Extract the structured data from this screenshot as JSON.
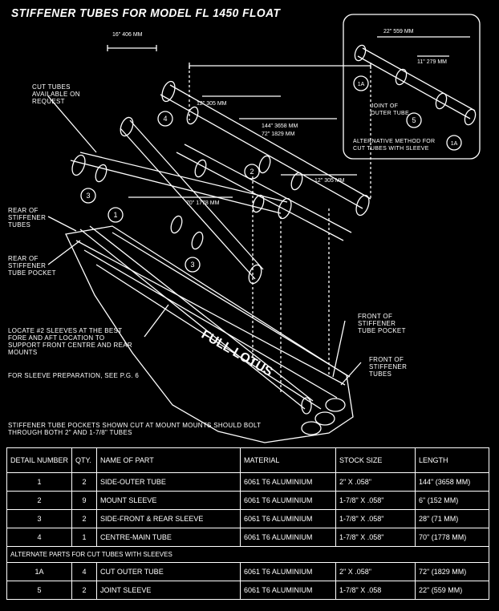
{
  "title": "STIFFENER TUBES FOR MODEL FL 1450 FLOAT",
  "callouts": {
    "cut_tubes": "CUT TUBES AVAILABLE ON REQUEST",
    "rear_tubes": "REAR OF STIFFENER TUBES",
    "rear_pocket": "REAR OF STIFFENER TUBE POCKET",
    "locate": "LOCATE #2 SLEEVES AT THE BEST FORE AND AFT LOCATION TO SUPPORT FRONT CENTRE AND REAR MOUNTS",
    "sleeve_prep": "FOR SLEEVE PREPARATION, SEE P.G. 6",
    "pockets_note": "STIFFENER TUBE POCKETS SHOWN CUT AT MOUNT MOUNTS SHOULD BOLT THROUGH BOTH 2\" AND 1-7/8\" TUBES",
    "front_pocket": "FRONT OF STIFFENER TUBE POCKET",
    "front_tubes": "FRONT OF STIFFENER TUBES",
    "joint": "JOINT OF OUTER TUBE",
    "alternative": "ALTERNATIVE METHOD FOR CUT TUBES WITH SLEEVE",
    "brand": "FULL LOTUS"
  },
  "dimensions": {
    "d16": "16\" 406 MM",
    "d12a": "12\" 305 MM",
    "d144": "144\" 3658 MM",
    "d72": "72\" 1829 MM",
    "d70": "70\" 1778 MM",
    "d12b": "12\" 305 MM",
    "d22": "22\" 559 MM",
    "d11": "11\" 279 MM"
  },
  "markers": [
    "1",
    "2",
    "3",
    "4",
    "1A",
    "5"
  ],
  "table": {
    "headers": [
      "DETAIL NUMBER",
      "QTY.",
      "NAME OF PART",
      "MATERIAL",
      "STOCK SIZE",
      "LENGTH"
    ],
    "rows": [
      [
        "1",
        "2",
        "SIDE-OUTER TUBE",
        "6061 T6 ALUMINIUM",
        "2\" X .058\"",
        "144\" (3658 MM)"
      ],
      [
        "2",
        "9",
        "MOUNT SLEEVE",
        "6061 T6 ALUMINIUM",
        "1-7/8\" X .058\"",
        "6\" (152 MM)"
      ],
      [
        "3",
        "2",
        "SIDE-FRONT & REAR SLEEVE",
        "6061 T6 ALUMINIUM",
        "1-7/8\" X .058\"",
        "28\" (71 MM)"
      ],
      [
        "4",
        "1",
        "CENTRE-MAIN TUBE",
        "6061 T6 ALUMINIUM",
        "1-7/8\" X .058\"",
        "70\" (1778 MM)"
      ]
    ],
    "alt_heading": "ALTERNATE PARTS FOR CUT TUBES WITH SLEEVES",
    "alt_rows": [
      [
        "1A",
        "4",
        "CUT OUTER TUBE",
        "6061 T6 ALUMINIUM",
        "2\" X .058\"",
        "72\" (1829 MM)"
      ],
      [
        "5",
        "2",
        "JOINT SLEEVE",
        "6061 T6 ALUMINIUM",
        "1-7/8\" X .058",
        "22\" (559 MM)"
      ]
    ]
  }
}
